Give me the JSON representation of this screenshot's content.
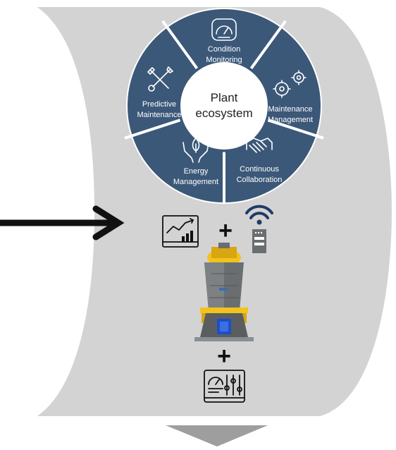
{
  "center": {
    "line1": "Plant",
    "line2": "ecosystem"
  },
  "segments": [
    {
      "line1": "Condition",
      "line2": "Monitoring",
      "icon": "gauge-icon"
    },
    {
      "line1": "Maintenance",
      "line2": "Management",
      "icon": "gears-icon"
    },
    {
      "line1": "Continuous",
      "line2": "Collaboration",
      "icon": "handshake-icon"
    },
    {
      "line1": "Energy",
      "line2": "Management",
      "icon": "hands-leaf-icon"
    },
    {
      "line1": "Predictive",
      "line2": "Maintenance",
      "icon": "wrench-screwdriver-icon"
    }
  ],
  "symbols": {
    "plus_top": "+",
    "plus_bottom": "+"
  },
  "colors": {
    "wheel": "#3b5878",
    "cylinder": "#d3d3d3",
    "wifi": "#1f3a66",
    "mill_body": "#6a6e70",
    "mill_accent": "#f2c31b",
    "motor": "#1d4fc9",
    "down_arrow": "#9e9e9e"
  }
}
